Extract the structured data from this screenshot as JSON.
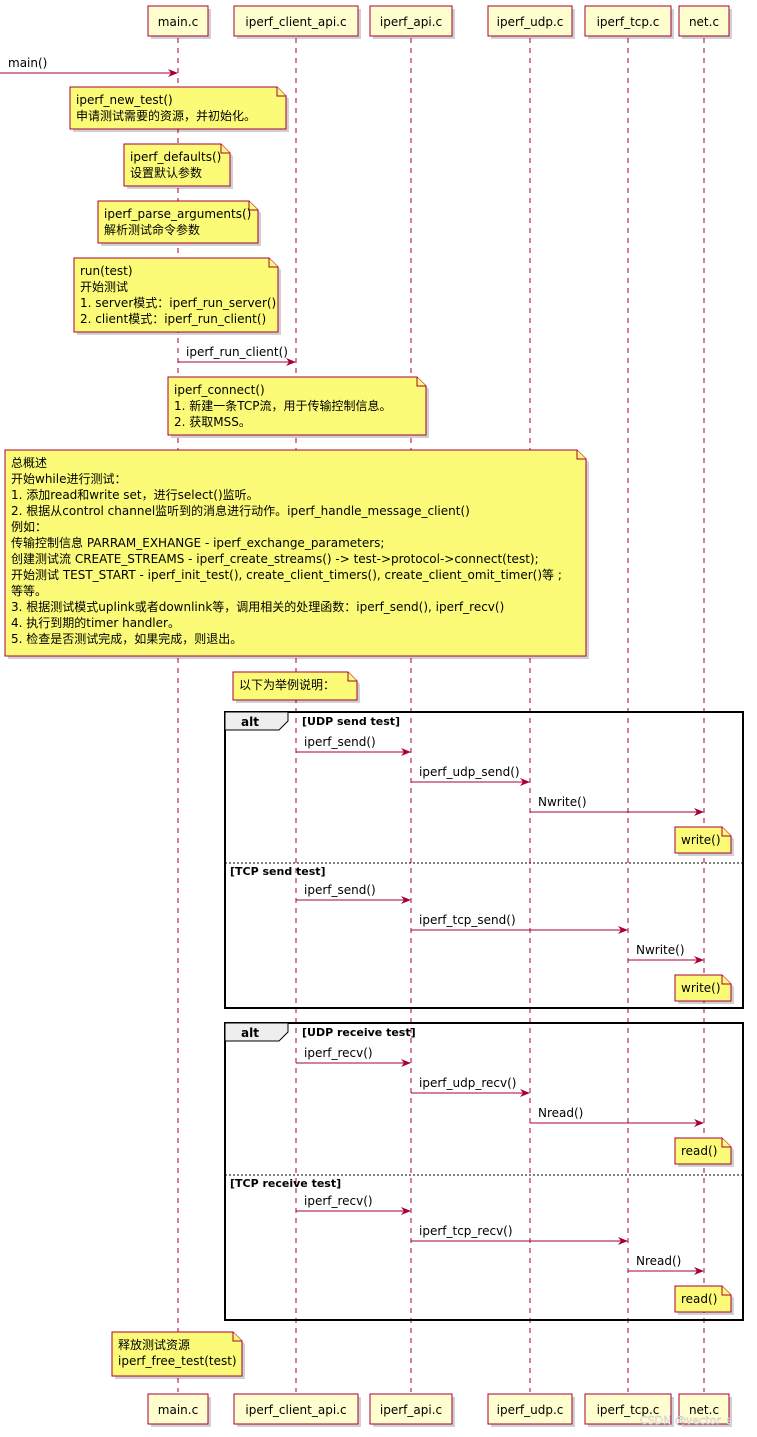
{
  "participants": [
    "main.c",
    "iperf_client_api.c",
    "iperf_api.c",
    "iperf_udp.c",
    "iperf_tcp.c",
    "net.c"
  ],
  "messages": {
    "main": "main()",
    "run_client": "iperf_run_client()",
    "udp_send_1": "iperf_send()",
    "udp_send_2": "iperf_udp_send()",
    "udp_send_3": "Nwrite()",
    "tcp_send_1": "iperf_send()",
    "tcp_send_2": "iperf_tcp_send()",
    "tcp_send_3": "Nwrite()",
    "udp_recv_1": "iperf_recv()",
    "udp_recv_2": "iperf_udp_recv()",
    "udp_recv_3": "Nread()",
    "tcp_recv_1": "iperf_recv()",
    "tcp_recv_2": "iperf_tcp_recv()",
    "tcp_recv_3": "Nread()"
  },
  "notes": {
    "new_test": [
      "iperf_new_test()",
      "申请测试需要的资源，并初始化。"
    ],
    "defaults": [
      "iperf_defaults()",
      "设置默认参数"
    ],
    "parse_args": [
      "iperf_parse_arguments()",
      "解析测试命令参数"
    ],
    "run": [
      "run(test)",
      "开始测试",
      "1. server模式：iperf_run_server()",
      "2. client模式：iperf_run_client()"
    ],
    "connect": [
      "iperf_connect()",
      "1. 新建一条TCP流，用于传输控制信息。",
      "2. 获取MSS。"
    ],
    "overview": [
      "总概述",
      "开始while进行测试：",
      "1. 添加read和write set，进行select()监听。",
      "2. 根据从control channel监听到的消息进行动作。iperf_handle_message_client()",
      "例如：",
      "    传输控制信息 PARRAM_EXHANGE - iperf_exchange_parameters;",
      "    创建测试流 CREATE_STREAMS - iperf_create_streams() -> test->protocol->connect(test);",
      "    开始测试 TEST_START - iperf_init_test(), create_client_timers(), create_client_omit_timer()等 ;",
      "    等等。",
      "3. 根据测试模式uplink或者downlink等，调用相关的处理函数：iperf_send(), iperf_recv()",
      "4. 执行到期的timer handler。",
      "5. 检查是否测试完成，如果完成，则退出。"
    ],
    "example": [
      "以下为举例说明："
    ],
    "write_1": [
      "write()"
    ],
    "write_2": [
      "write()"
    ],
    "read_1": [
      "read()"
    ],
    "read_2": [
      "read()"
    ],
    "free": [
      "释放测试资源",
      "iperf_free_test(test)"
    ]
  },
  "frames": {
    "send": {
      "keyword": "alt",
      "guard1": "[UDP send test]",
      "guard2": "[TCP send test]"
    },
    "recv": {
      "keyword": "alt",
      "guard1": "[UDP receive test]",
      "guard2": "[TCP receive test]"
    }
  },
  "watermark": "CSDN @vector_s",
  "colors": {
    "accent": "#a80036",
    "participant_fill": "#fefece",
    "note_fill": "#fbfb77"
  }
}
